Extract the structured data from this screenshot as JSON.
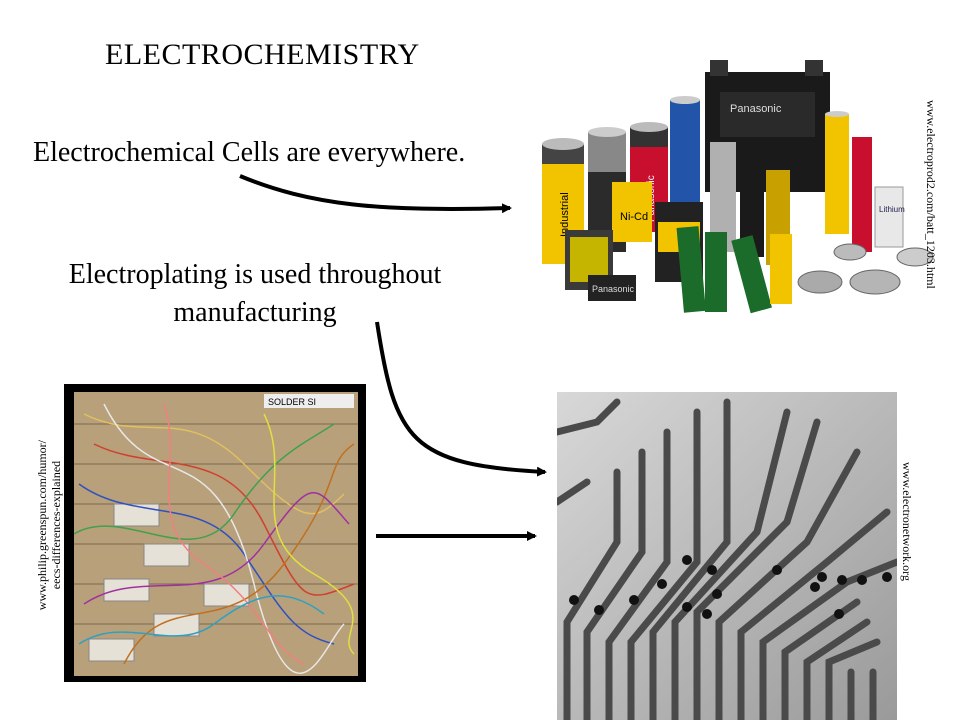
{
  "slide": {
    "title": "ELECTROCHEMISTRY",
    "line1": "Electrochemical Cells are everywhere.",
    "line2": "Electroplating is used throughout manufacturing"
  },
  "images": {
    "batteries": {
      "credit": "www.electroprod2.com/batt_1203.html",
      "brand_label": "Panasonic",
      "label_industrial": "Industrial",
      "label_nicd": "Ni-Cd",
      "label_lithium": "Lithium"
    },
    "pcb": {
      "credit": "www.electronetwork.org"
    },
    "wire_board": {
      "credit_line1": "www.philip.greenspun.com/humor/",
      "credit_line2": "eecs-differences-explained",
      "solder_label": "SOLDER SI"
    }
  }
}
